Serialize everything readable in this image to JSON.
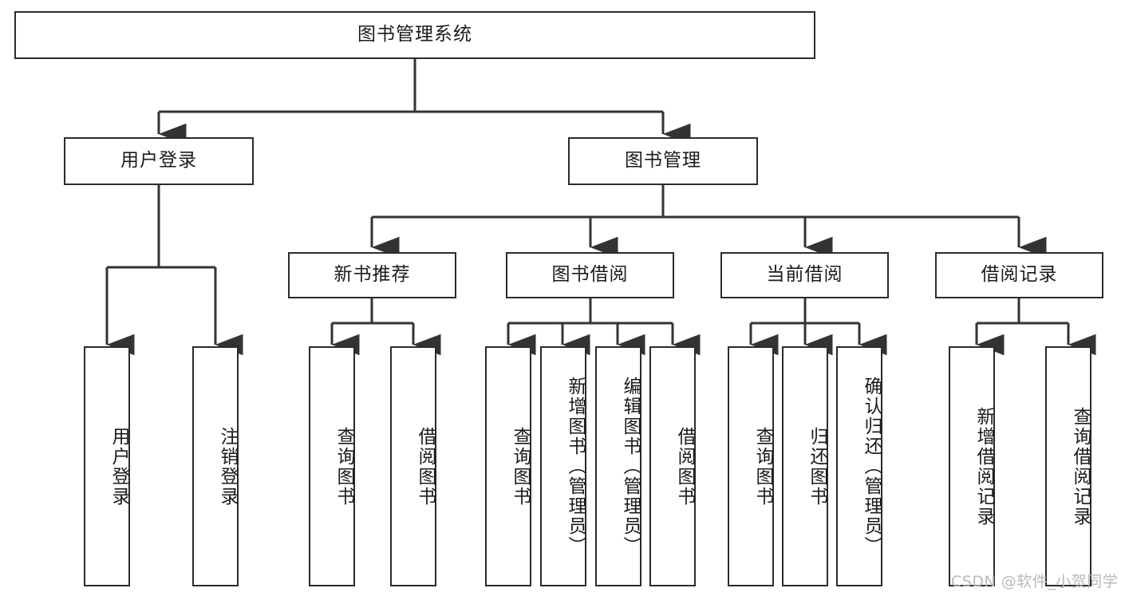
{
  "diagram": {
    "title": "图书管理系统",
    "type": "hierarchy-tree",
    "colors": {
      "box_border": "#2b2b2b",
      "box_fill": "#ffffff",
      "connector": "#333333",
      "text": "#1b1b1b",
      "watermark": "#b9b9b9",
      "background": "#ffffff"
    },
    "root": {
      "label": "图书管理系统",
      "orientation": "horizontal"
    },
    "level2": [
      {
        "label": "用户登录",
        "orientation": "horizontal"
      },
      {
        "label": "图书管理",
        "orientation": "horizontal"
      }
    ],
    "level3": [
      {
        "label": "新书推荐",
        "orientation": "horizontal",
        "parent": "图书管理"
      },
      {
        "label": "图书借阅",
        "orientation": "horizontal",
        "parent": "图书管理"
      },
      {
        "label": "当前借阅",
        "orientation": "horizontal",
        "parent": "图书管理"
      },
      {
        "label": "借阅记录",
        "orientation": "horizontal",
        "parent": "图书管理"
      }
    ],
    "leaves": {
      "user_login": [
        {
          "label": "用户登录",
          "orientation": "vertical"
        },
        {
          "label": "注销登录",
          "orientation": "vertical"
        }
      ],
      "new_book_recommend": [
        {
          "label": "查询图书",
          "orientation": "vertical"
        },
        {
          "label": "借阅图书",
          "orientation": "vertical"
        }
      ],
      "book_borrow": [
        {
          "label": "查询图书",
          "orientation": "vertical"
        },
        {
          "label": "新增图书（管理员）",
          "orientation": "vertical"
        },
        {
          "label": "编辑图书（管理员）",
          "orientation": "vertical"
        },
        {
          "label": "借阅图书",
          "orientation": "vertical"
        }
      ],
      "current_borrow": [
        {
          "label": "查询图书",
          "orientation": "vertical"
        },
        {
          "label": "归还图书",
          "orientation": "vertical"
        },
        {
          "label": "确认归还（管理员）",
          "orientation": "vertical"
        }
      ],
      "borrow_record": [
        {
          "label": "新增借阅记录",
          "orientation": "vertical"
        },
        {
          "label": "查询借阅记录",
          "orientation": "vertical"
        }
      ]
    },
    "watermark": "CSDN @软件_小贺同学"
  }
}
